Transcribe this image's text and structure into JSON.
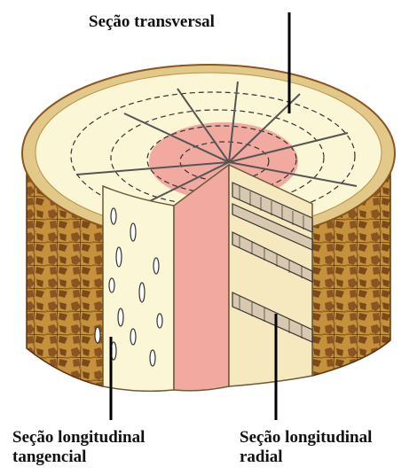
{
  "labels": {
    "transverse": "Seção transversal",
    "tangential_line1": "Seção longitudinal",
    "tangential_line2": "tangencial",
    "radial_line1": "Seção longitudinal",
    "radial_line2": "radial"
  },
  "colors": {
    "bark": "#c6913c",
    "bark_dark": "#7a4a18",
    "bark_rim": "#e2c98a",
    "wood": "#fbf6d5",
    "heartwood": "#f2aaa0",
    "ray_line": "#555555",
    "leader": "#000000"
  }
}
